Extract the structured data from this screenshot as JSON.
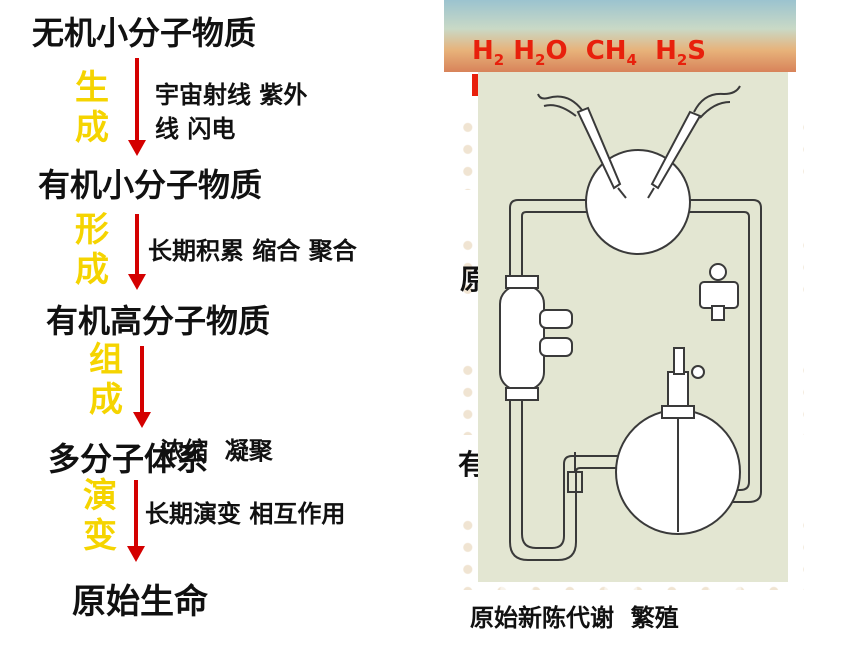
{
  "stages": [
    "无机小分子物质",
    "有机小分子物质",
    "有机高分子物质",
    "多分子体系",
    "原始生命"
  ],
  "verbs": [
    [
      "生",
      "成"
    ],
    [
      "形",
      "成"
    ],
    [
      "组",
      "成"
    ],
    [
      "演",
      "变"
    ]
  ],
  "conditions": [
    [
      "宇宙射线 紫外",
      "线 闪电"
    ],
    [
      "长期积累 缩合 聚合"
    ],
    [
      "浓缩  凝聚"
    ],
    [
      "长期演变 相互作用"
    ]
  ],
  "right_panel": {
    "gases": [
      {
        "base": "H",
        "sub": "2",
        "tail": ""
      },
      {
        "base": "H",
        "sub": "2",
        "tail": "O"
      },
      {
        "base": "CH",
        "sub": "4",
        "tail": ""
      },
      {
        "base": "H",
        "sub": "2",
        "tail": "S"
      }
    ],
    "partial_left_chars": [
      "原",
      "有"
    ],
    "caption": "原始新陈代谢  繁殖"
  },
  "colors": {
    "arrow": "#d40000",
    "verb": "#f5d400",
    "formula": "#e8200c",
    "apparatus_bg": "#e3e6d2"
  }
}
